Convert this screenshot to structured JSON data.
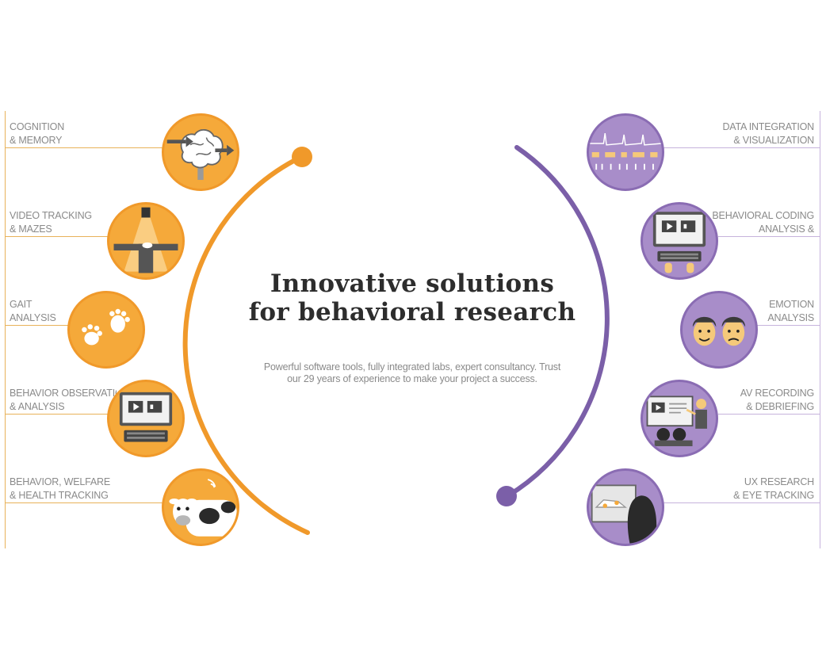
{
  "headline": {
    "line1": "Innovative solutions",
    "line2": "for behavioral research"
  },
  "subline": {
    "line1": "Powerful software tools, fully integrated labs, expert consultancy. Trust",
    "line2": "our 29 years of experience to make your project a success."
  },
  "left_categories": [
    {
      "line1": "COGNITION",
      "line2": "& MEMORY",
      "icon": "brain-icon"
    },
    {
      "line1": "VIDEO TRACKING",
      "line2": "& MAZES",
      "icon": "maze-icon"
    },
    {
      "line1": "GAIT",
      "line2": "ANALYSIS",
      "icon": "paw-prints-icon"
    },
    {
      "line1": "BEHAVIOR OBSERVATION",
      "line2": "& ANALYSIS",
      "icon": "monitor-keyboard-icon"
    },
    {
      "line1": "BEHAVIOR, WELFARE",
      "line2": "& HEALTH TRACKING",
      "icon": "cow-icon"
    }
  ],
  "right_categories": [
    {
      "line1": "DATA INTEGRATION",
      "line2": "& VISUALIZATION",
      "icon": "signal-graph-icon"
    },
    {
      "line1": "BEHAVIORAL CODING",
      "line2": "& ANALYSIS",
      "icon": "monitor-keyboard-icon"
    },
    {
      "line1": "EMOTION",
      "line2": "ANALYSIS",
      "icon": "faces-icon"
    },
    {
      "line1": "AV RECORDING",
      "line2": "& DEBRIEFING",
      "icon": "presentation-icon"
    },
    {
      "line1": "UX RESEARCH",
      "line2": "& EYE TRACKING",
      "icon": "eye-tracking-icon"
    }
  ],
  "colors": {
    "orange": "#f5a93a",
    "orange_dark": "#f0992a",
    "purple": "#a88dc9",
    "purple_dark": "#7b5fa8",
    "text_gray": "#8a8a8a",
    "headline": "#2d2d2d"
  }
}
